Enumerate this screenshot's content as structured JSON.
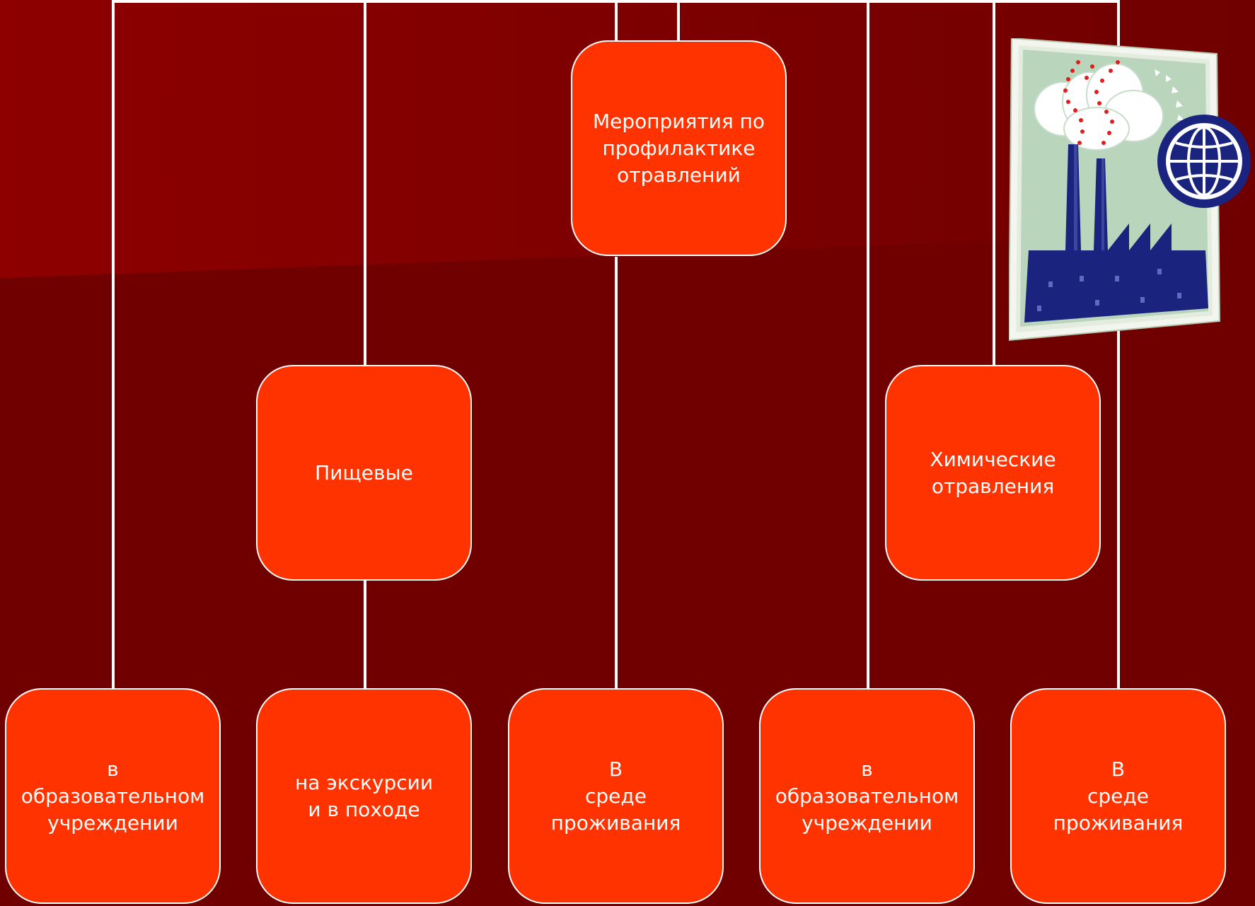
{
  "colors": {
    "background": "#700000",
    "background_upper": "#8e0000",
    "node_fill": "#ff3300",
    "connector": "#ffffff",
    "node_text": "#ffffff"
  },
  "diagram": {
    "root": {
      "label": "Мероприятия по\nпрофилактике\nотравлений"
    },
    "categories": [
      {
        "label": "Пищевые"
      },
      {
        "label": "Химические\nотравления"
      }
    ],
    "leaves": [
      {
        "label": "в\nобразовательном\nучреждении"
      },
      {
        "label": "на экскурсии\nи в походе"
      },
      {
        "label": "В\nсреде\nпроживания"
      },
      {
        "label": "в\nобразовательном\nучреждении"
      },
      {
        "label": "В\nсреде\nпроживания"
      }
    ]
  },
  "clipart": {
    "icon": "factory-pollution-globe-icon"
  }
}
